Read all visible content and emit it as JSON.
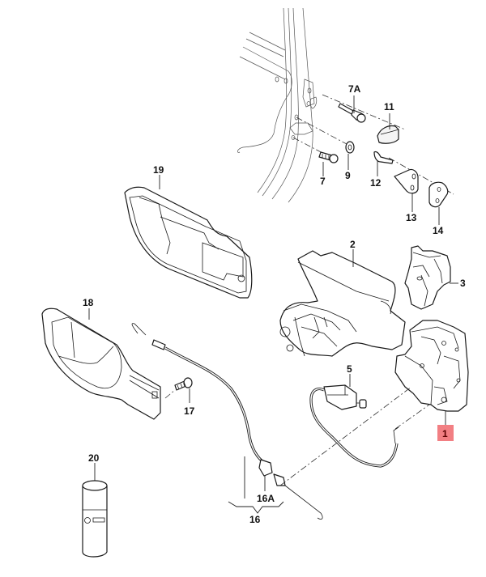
{
  "diagram": {
    "type": "exploded-parts-diagram",
    "subject": "Rear door lock mechanism and interior handle assembly",
    "highlight_color": "#f27f83",
    "highlighted_part": "1",
    "callouts": [
      {
        "id": "1",
        "label": "1",
        "part": "door lock",
        "highlighted": true
      },
      {
        "id": "2",
        "label": "2",
        "part": "lock carrier / bracket"
      },
      {
        "id": "3",
        "label": "3",
        "part": "cover"
      },
      {
        "id": "5",
        "label": "5",
        "part": "actuator with wiring"
      },
      {
        "id": "7",
        "label": "7",
        "part": "bolt"
      },
      {
        "id": "7A",
        "label": "7A",
        "part": "bolt"
      },
      {
        "id": "9",
        "label": "9",
        "part": "washer"
      },
      {
        "id": "11",
        "label": "11",
        "part": "buffer"
      },
      {
        "id": "12",
        "label": "12",
        "part": "screw"
      },
      {
        "id": "13",
        "label": "13",
        "part": "striker plate"
      },
      {
        "id": "14",
        "label": "14",
        "part": "backing plate"
      },
      {
        "id": "16",
        "label": "16",
        "part": "cable assembly"
      },
      {
        "id": "16A",
        "label": "16A",
        "part": "cable end fitting"
      },
      {
        "id": "17",
        "label": "17",
        "part": "bolt"
      },
      {
        "id": "18",
        "label": "18",
        "part": "door handle"
      },
      {
        "id": "19",
        "label": "19",
        "part": "trim / bezel"
      },
      {
        "id": "20",
        "label": "20",
        "part": "lubricant spray can"
      }
    ]
  }
}
